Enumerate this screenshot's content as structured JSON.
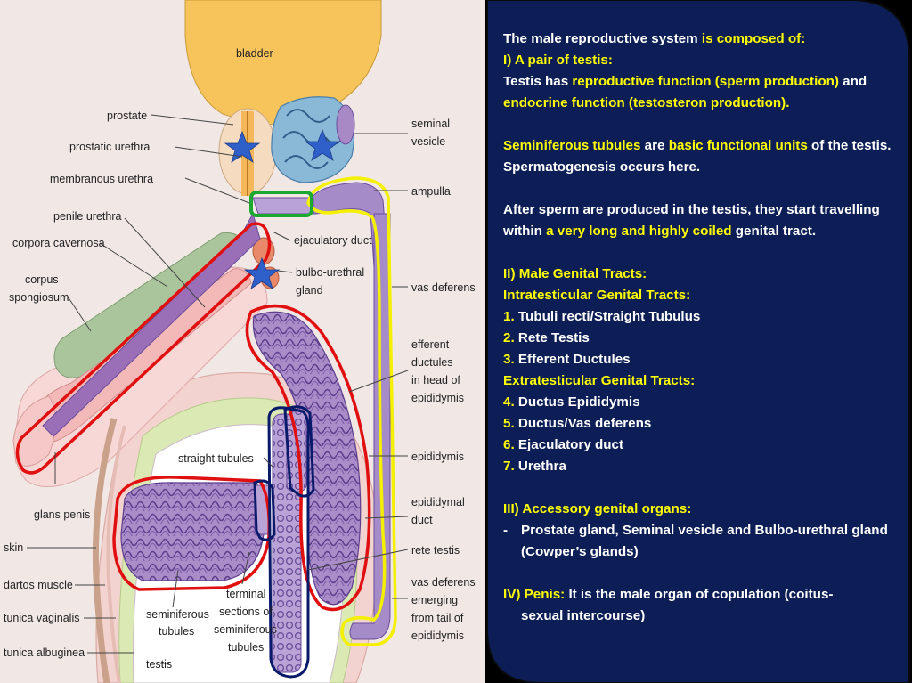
{
  "diagram": {
    "labels": {
      "bladder": "bladder",
      "prostate": "prostate",
      "prostatic_urethra": "prostatic urethra",
      "membranous_urethra": "membranous urethra",
      "penile_urethra": "penile urethra",
      "corpora_cavernosa": "corpora cavernosa",
      "corpus": "corpus",
      "spongiosum": "spongiosum",
      "glans_penis": "glans penis",
      "skin": "skin",
      "dartos_muscle": "dartos muscle",
      "tunica_vaginalis": "tunica vaginalis",
      "tunica_albuginea": "tunica albuginea",
      "straight_tubules": "straight tubules",
      "seminiferous": "seminiferous",
      "tubules": "tubules",
      "testis": "testis",
      "terminal": "terminal",
      "sections_of": "sections of",
      "seminiferous2": "seminiferous",
      "tubules2": "tubules",
      "ejaculatory_duct": "ejaculatory duct",
      "bulbo_urethral": "bulbo-urethral",
      "gland": "gland",
      "seminal": "seminal",
      "vesicle": "vesicle",
      "ampulla": "ampulla",
      "vas_deferens": "vas deferens",
      "efferent": "efferent",
      "ductules": "ductules",
      "in_head_of": "in head of",
      "epididymis_a": "epididymis",
      "epididymis_b": "epididymis",
      "epididymal": "epididymal",
      "duct": "duct",
      "rete_testis": "rete testis",
      "vas_deferens2": "vas deferens",
      "emerging": "emerging",
      "from_tail_of": "from tail of",
      "epididymis_c": "epididymis"
    }
  },
  "panel": {
    "intro_a": "The male reproductive system ",
    "intro_b": "is composed of:",
    "s1_head": "I) A pair of testis:",
    "s1_l1_a": "Testis has ",
    "s1_l1_b": "reproductive function (sperm production)",
    "s1_l1_c": " and ",
    "s1_l1_d": "endocrine function (testosteron production).",
    "p2_a": "Seminiferous tubules",
    "p2_b": " are ",
    "p2_c": "basic functional units",
    "p2_d": " of the testis.  Spermatogenesis occurs here.",
    "p3_a": "After sperm are produced in the testis, they start travelling within ",
    "p3_b": "a very long and highly coiled",
    "p3_c": " genital tract.",
    "s2_head": "II) Male Genital Tracts:",
    "s2_intra": "Intratesticular Genital Tracts:",
    "i1_n": "1.",
    "i1_t": " Tubuli recti/Straight Tubulus",
    "i2_n": "2.",
    "i2_t": " Rete Testis",
    "i3_n": "3.",
    "i3_t": " Efferent Ductules",
    "s2_extra": "Extratesticular Genital Tracts:",
    "e4_n": "4.",
    "e4_t": " Ductus Epididymis",
    "e5_n": "5.",
    "e5_t": " Ductus/Vas deferens",
    "e6_n": "6.",
    "e6_t": " Ejaculatory duct",
    "e7_n": "7.",
    "e7_t": " Urethra",
    "s3_head": "III) Accessory genital organs:",
    "s3_dash": "-",
    "s3_item": "Prostate gland, Seminal vesicle and Bulbo-urethral gland (Cowper’s glands)",
    "s4_head": "IV) Penis:",
    "s4_a": " It is the male organ of copulation (coitus-",
    "s4_b": "sexual intercourse)"
  },
  "colors": {
    "panel_bg": "#0c1e55",
    "highlight": "#ffff00",
    "annotation_red": "#e01010",
    "annotation_yellow": "#f4f000",
    "annotation_navy": "#0a1a6a",
    "annotation_green": "#1aa830",
    "star": "#2f5fc8"
  }
}
